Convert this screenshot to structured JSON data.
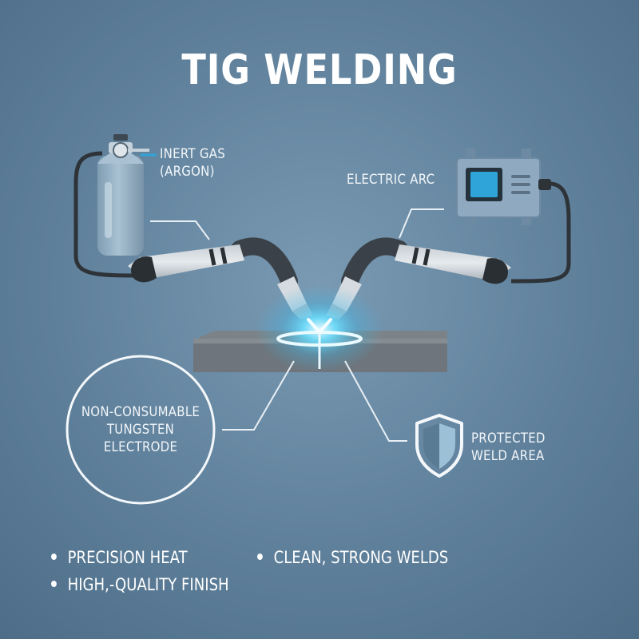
{
  "title": "TIG WELDING",
  "labels": {
    "gas_line1": "INERT GAS",
    "gas_line2": "(ARGON)",
    "arc": "ELECTRIC ARC",
    "electrode_line1": "NON-CONSUMABLE",
    "electrode_line2": "TUNGSTEN",
    "electrode_line3": "ELECTRODE",
    "protected_line1": "PROTECTED",
    "protected_line2": "WELD AREA"
  },
  "bullets": [
    "PRECISION HEAT",
    "CLEAN, STRONG WELDS",
    "HIGH,-QUALITY FINISH"
  ],
  "colors": {
    "background": "#5f809b",
    "arc_glow": "#4fd6ff",
    "screen": "#2fa4d9",
    "metal_plate": "#6e757c"
  },
  "icons": [
    "gas-cylinder-icon",
    "welding-machine-icon",
    "shield-icon"
  ]
}
